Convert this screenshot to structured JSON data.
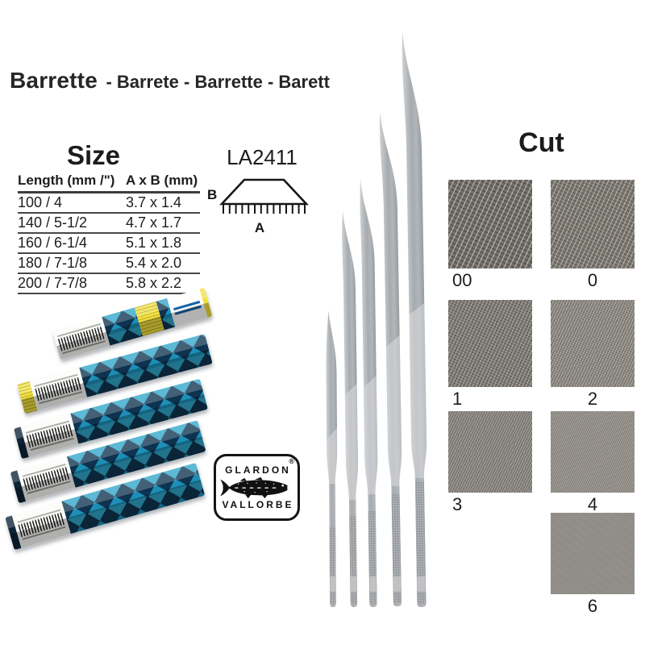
{
  "header": {
    "title_main": "Barrette",
    "title_secondary": "- Barrete - Barrette - Barett"
  },
  "size_section": {
    "title": "Size",
    "table": {
      "headers": [
        "Length (mm /\")",
        "A x B (mm)"
      ],
      "rows": [
        {
          "length": "100 / 4",
          "axb": "3.7 x 1.4"
        },
        {
          "length": "140 / 5-1/2",
          "axb": "4.7 x 1.7"
        },
        {
          "length": "160 / 6-1/4",
          "axb": "5.1 x 1.8"
        },
        {
          "length": "180 / 7-1/8",
          "axb": "5.4 x 2.0"
        },
        {
          "length": "200 / 7-7/8",
          "axb": "5.8 x 2.2"
        }
      ]
    }
  },
  "profile": {
    "code": "LA2411",
    "width_label": "A",
    "height_label": "B"
  },
  "logo": {
    "top": "GLARDON",
    "bottom": "VALLORBE",
    "registered": "®"
  },
  "cut_section": {
    "title": "Cut",
    "swatches": [
      {
        "label": "00",
        "color": "#716e68"
      },
      {
        "label": "0",
        "color": "#7c7872"
      },
      {
        "label": "1",
        "color": "#7d7a74"
      },
      {
        "label": "2",
        "color": "#8a8680"
      },
      {
        "label": "3",
        "color": "#837f7a"
      },
      {
        "label": "4",
        "color": "#8e8a84"
      },
      {
        "label": "6",
        "color": "#8f8b86"
      }
    ]
  },
  "colors": {
    "background": "#ffffff",
    "text": "#222222",
    "packaging_teal": "#1d8fb6",
    "packaging_navy": "#0e3350",
    "packaging_label_yellow": "#f2e03d"
  }
}
